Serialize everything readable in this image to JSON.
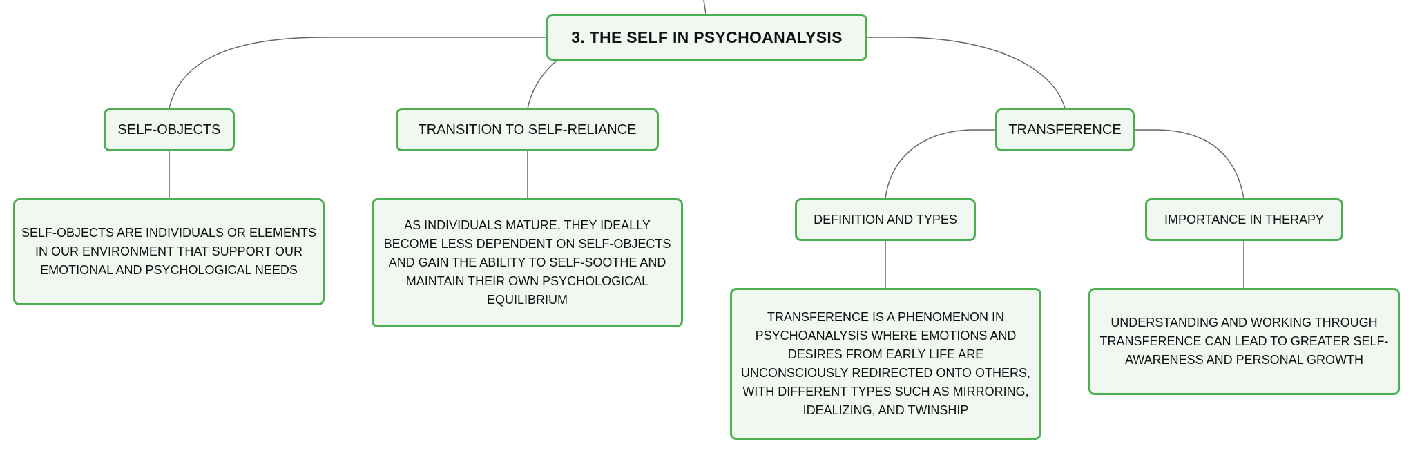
{
  "mindmap": {
    "root": {
      "label": "3. THE SELF IN PSYCHOANALYSIS"
    },
    "branches": [
      {
        "label": "SELF-OBJECTS",
        "description": "SELF-OBJECTS ARE INDIVIDUALS OR ELEMENTS IN OUR ENVIRONMENT THAT SUPPORT OUR EMOTIONAL AND PSYCHOLOGICAL NEEDS"
      },
      {
        "label": "TRANSITION TO SELF-RELIANCE",
        "description": "AS INDIVIDUALS MATURE, THEY IDEALLY BECOME LESS DEPENDENT ON SELF-OBJECTS AND GAIN THE ABILITY TO SELF-SOOTHE AND MAINTAIN THEIR OWN PSYCHOLOGICAL EQUILIBRIUM"
      },
      {
        "label": "TRANSFERENCE",
        "children": [
          {
            "label": "DEFINITION AND TYPES",
            "description": "TRANSFERENCE IS A PHENOMENON IN PSYCHOANALYSIS WHERE EMOTIONS AND DESIRES FROM EARLY LIFE ARE UNCONSCIOUSLY REDIRECTED ONTO OTHERS, WITH DIFFERENT TYPES SUCH AS MIRRORING, IDEALIZING, AND TWINSHIP"
          },
          {
            "label": "IMPORTANCE IN THERAPY",
            "description": "UNDERSTANDING AND WORKING THROUGH TRANSFERENCE CAN LEAD TO GREATER SELF-AWARENESS AND PERSONAL GROWTH"
          }
        ]
      }
    ]
  },
  "colors": {
    "node_border": "#4caf50",
    "node_fill": "#f1f8f2",
    "connector": "#666666",
    "text": "#111111"
  }
}
